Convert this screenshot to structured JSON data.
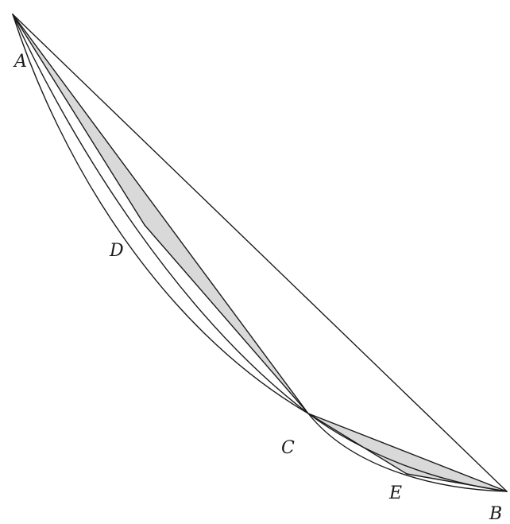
{
  "diagram": {
    "points": {
      "A": "A",
      "B": "B",
      "C": "C",
      "D": "D",
      "E": "E"
    },
    "colors": {
      "stroke": "#1a1a1a",
      "shade": "#d9d9d9",
      "background": "#ffffff"
    }
  }
}
